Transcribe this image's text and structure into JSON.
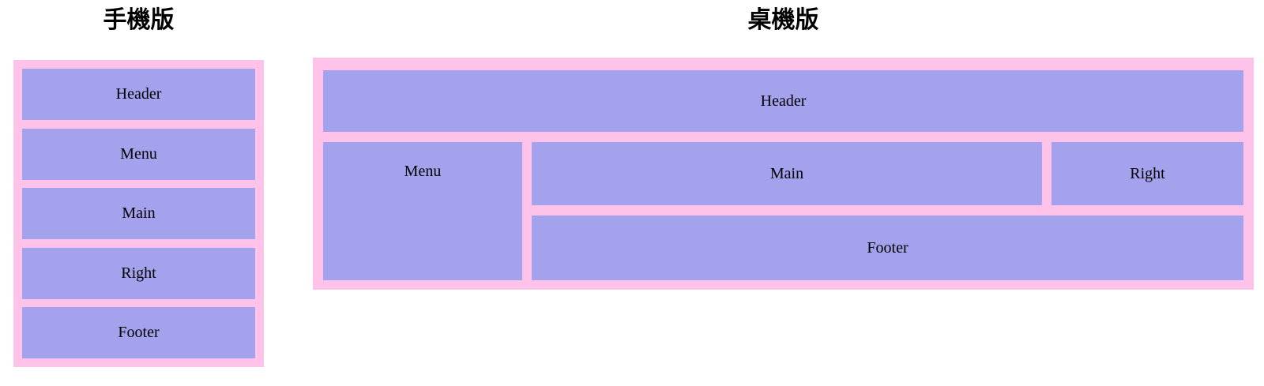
{
  "colors": {
    "page_background": "#ffffff",
    "container_pink": "#ffc3ea",
    "box_purple": "#a4a1ed",
    "text": "#000000"
  },
  "mobile": {
    "title": "手機版",
    "boxes": {
      "header": "Header",
      "menu": "Menu",
      "main": "Main",
      "right": "Right",
      "footer": "Footer"
    }
  },
  "desktop": {
    "title": "桌機版",
    "boxes": {
      "header": "Header",
      "menu": "Menu",
      "main": "Main",
      "right": "Right",
      "footer": "Footer"
    }
  }
}
